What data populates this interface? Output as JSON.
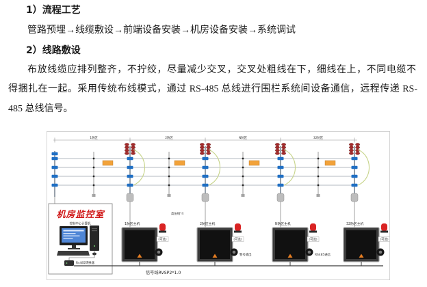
{
  "section1": {
    "heading": "1）流程工艺",
    "flow": "管路预埋→线缆敷设→前端设备安装→机房设备安装→系统调试"
  },
  "section2": {
    "heading": "2）线路敷设",
    "paragraph_lines": [
      "布放线缆应排列整齐，不拧绞，尽量减少交叉，交叉处粗线在下，细线在上，不同电缆不",
      "得捆扎在一起。采用传统布线模式，通过 RS-485 总线进行围栏系统间设备通信，远程传递 RS-",
      "485 总线信号。"
    ]
  },
  "diagram": {
    "zones": [
      "1防区",
      "2防区",
      "N防区",
      "32防区"
    ],
    "hosts": [
      "1防区主机",
      "2防区主机",
      "N防区主机",
      "32防区主机"
    ],
    "optional_label": "(可选)",
    "hv_wire_label": "高压线*4",
    "alarm_output_label": "警号输出",
    "rs485_label": "RS485通信",
    "bus_label": "信号线RVSP2*1.0",
    "control_room": {
      "title": "机房监控室",
      "computer_label": "控制中心计算机",
      "converter_label": "Rs485转换器"
    },
    "colors": {
      "room_title": "#d01818",
      "insulator": "#1f6fc4",
      "warning_tag": "#f2a23a",
      "alarm_lamp": "#d92323",
      "screen": "#4f86d6"
    }
  }
}
